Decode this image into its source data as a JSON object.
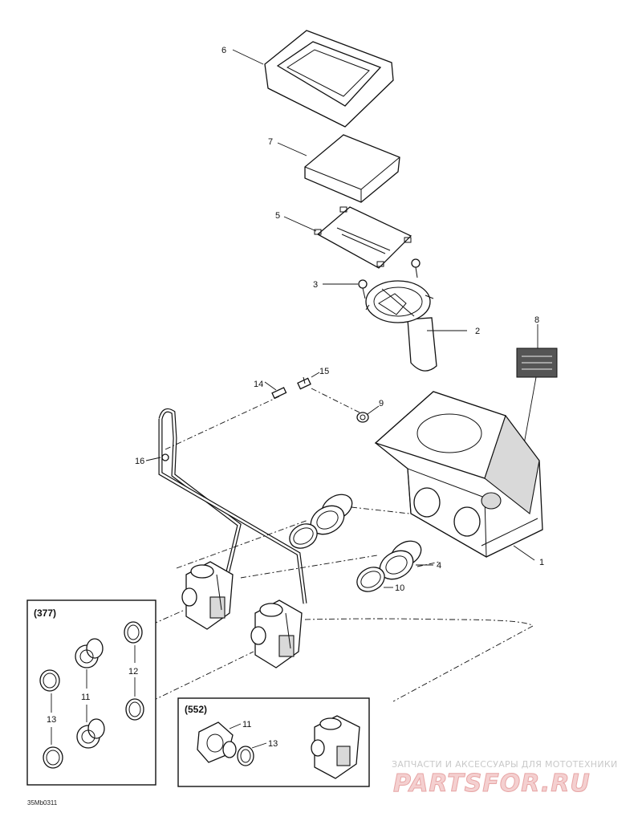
{
  "callouts": {
    "c1": "1",
    "c2": "2",
    "c3": "3",
    "c4": "4",
    "c5": "5",
    "c6": "6",
    "c7": "7",
    "c8": "8",
    "c9": "9",
    "c10": "10",
    "c14": "14",
    "c15": "15",
    "c16": "16"
  },
  "box_377": {
    "label": "(377)",
    "callouts": {
      "c11": "11",
      "c12": "12",
      "c13": "13"
    }
  },
  "box_552": {
    "label": "(552)",
    "callouts": {
      "c11": "11",
      "c13": "13"
    }
  },
  "doc_id": "35Mb0311",
  "watermark": {
    "tagline": "ЗАПЧАСТИ И АКСЕССУАРЫ ДЛЯ МОТОТЕХНИКИ",
    "logo": "PARTSFOR.RU"
  }
}
